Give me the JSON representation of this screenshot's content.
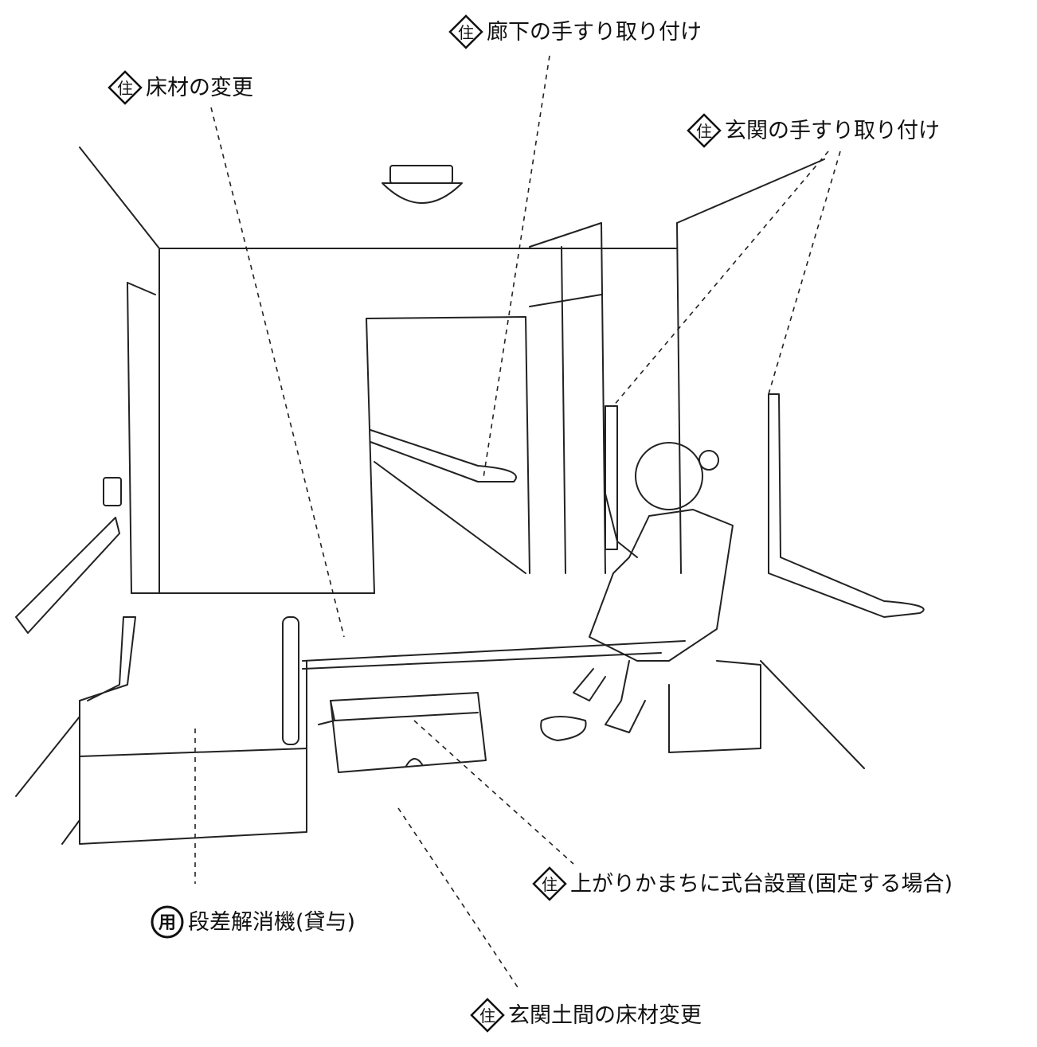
{
  "labels": {
    "floor_material": {
      "badge": "住",
      "badge_shape": "diamond",
      "text": "床材の変更"
    },
    "hallway_handrail": {
      "badge": "住",
      "badge_shape": "diamond",
      "text": "廊下の手すり取り付け"
    },
    "entrance_handrail": {
      "badge": "住",
      "badge_shape": "diamond",
      "text": "玄関の手すり取り付け"
    },
    "step_platform": {
      "badge": "住",
      "badge_shape": "diamond",
      "text": "上がりかまちに式台設置(固定する場合)"
    },
    "step_eliminator": {
      "badge": "用",
      "badge_shape": "circle",
      "text": "段差解消機(貸与)"
    },
    "doma_floor": {
      "badge": "住",
      "badge_shape": "diamond",
      "text": "玄関土間の床材変更"
    }
  },
  "colors": {
    "line": "#222222",
    "text": "#111111",
    "background": "#ffffff"
  }
}
